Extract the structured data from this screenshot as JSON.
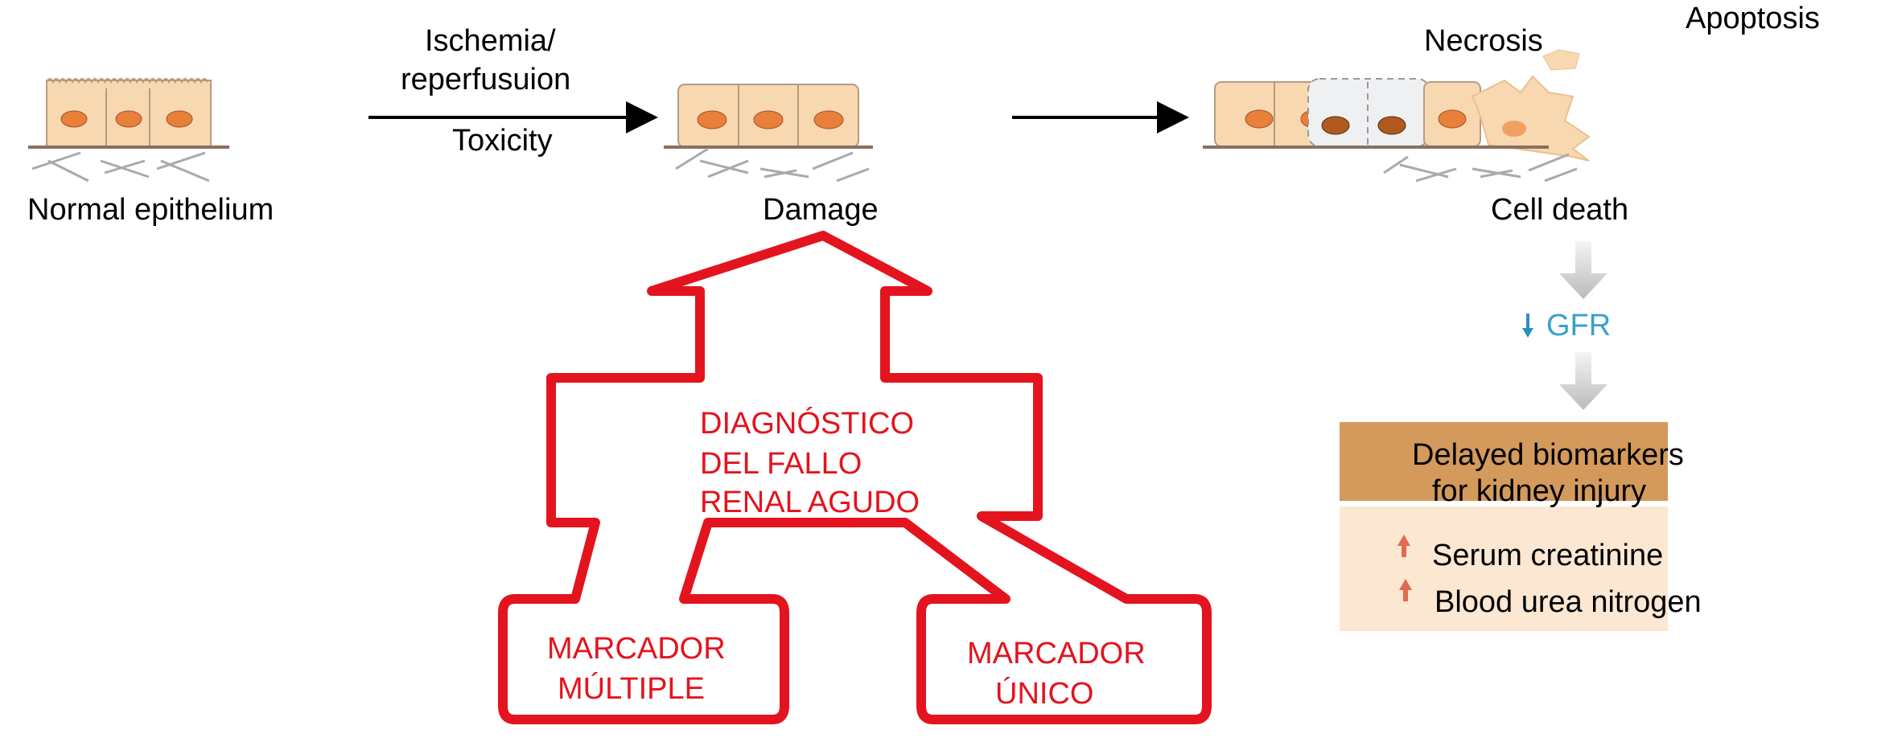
{
  "stages": {
    "normal": "Normal epithelium",
    "damage": "Damage",
    "cell_death": "Cell death",
    "necrosis": "Necrosis",
    "apoptosis": "Apoptosis"
  },
  "arrow1": {
    "line1": "Ischemia/",
    "line2": "reperfusuion",
    "below": "Toxicity"
  },
  "gfr": {
    "label": "GFR",
    "direction": "down"
  },
  "delayed": {
    "title_line1": "Delayed biomarkers",
    "title_line2": "for kidney injury",
    "items": [
      {
        "direction": "up",
        "label": "Serum creatinine"
      },
      {
        "direction": "up",
        "label": "Blood urea nitrogen"
      }
    ]
  },
  "diagnosis": {
    "line1": "DIAGNÓSTICO",
    "line2": "DEL FALLO",
    "line3": "RENAL AGUDO"
  },
  "markers": {
    "multiple_line1": "MARCADOR",
    "multiple_line2": "MÚLTIPLE",
    "single_line1": "MARCADOR",
    "single_line2": "ÚNICO"
  },
  "colors": {
    "red": "#e3141e",
    "cell": "#f8d8b0",
    "brown": "#d49a5c",
    "gfr": "#3aa0c8"
  }
}
